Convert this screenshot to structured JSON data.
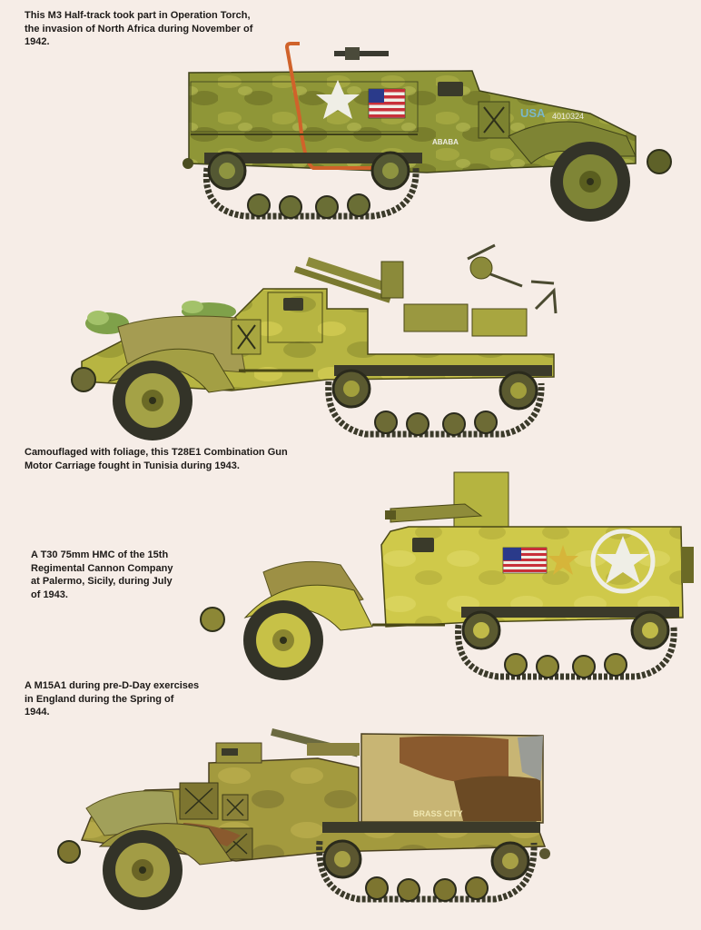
{
  "plates": [
    {
      "caption_lines": [
        "This M3 Half-track took part in Operation Torch,",
        "the invasion of North Africa during November of",
        "1942."
      ],
      "markings": {
        "usa": "USA",
        "serial": "4010324",
        "name": "ABABA"
      }
    },
    {
      "caption_lines": [
        "Camouflaged with foliage, this T28E1 Combination Gun",
        "Motor Carriage fought in Tunisia during 1943."
      ]
    },
    {
      "caption_lines": [
        "A T30 75mm HMC of the 15th",
        "Regimental Cannon Company",
        "at Palermo, Sicily, during July",
        "of 1943."
      ]
    },
    {
      "caption_lines": [
        "A M15A1 during pre-D-Day exercises",
        "in England during the Spring of",
        "1944."
      ],
      "markings": {
        "name": "BRASS CITY"
      }
    }
  ],
  "colors": {
    "background": "#f6ede7",
    "olive_drab": "#8f9637",
    "olive_light": "#b5b94a",
    "olive_dark": "#5a5e1f",
    "sand_yellow": "#d2cc52",
    "brown_camo": "#8a5a2e",
    "track_dark": "#3b3a2a",
    "flag_red": "#c8303a",
    "flag_blue": "#2a3a8a",
    "orange_exhaust": "#d0622a"
  }
}
